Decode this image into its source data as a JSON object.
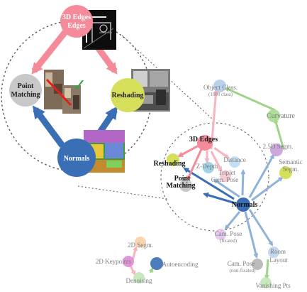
{
  "zoom": {
    "edges_3d": "3D Edges",
    "point_matching_l1": "Point",
    "point_matching_l2": "Matching",
    "reshading": "Reshading",
    "normals": "Normals",
    "check_mark": "✓"
  },
  "graph": {
    "object_class_l1": "Object Class.",
    "object_class_l2": "(1000 class)",
    "curvature": "Curvature",
    "segm_25d": "2.5D Segm.",
    "semantic_segm_l1": "Semantic",
    "semantic_segm_l2": "Segm.",
    "edges_3d": "3D Edges",
    "reshading": "Reshading",
    "z_depth": "Z-Depth",
    "distance": "Distance",
    "triplet_l1": "Triplet",
    "triplet_l2": "Cam. Pose",
    "point_matching_l1": "Point",
    "point_matching_l2": "Matching",
    "normals": "Normals",
    "cam_pose_fix_l1": "Cam. Pose",
    "cam_pose_fix_l2": "(fixated)",
    "cam_pose_nonfix_l1": "Cam. Pose",
    "cam_pose_nonfix_l2": "(non-fixated)",
    "room_layout_l1": "Room",
    "room_layout_l2": "Layout",
    "vanishing_pts": "Vanishing Pts",
    "segm_2d": "2D Segm.",
    "keypoints_2d": "2D Keypoints",
    "autoencoding": "Autoencoding",
    "denoising": "Denoising"
  },
  "colors": {
    "pink": "#f48a9a",
    "blue": "#3a6fb5",
    "green": "#d6df5a",
    "gray": "#c8c8c8",
    "lightblue": "#9bbde0",
    "lightgreen": "#a9d98f"
  }
}
